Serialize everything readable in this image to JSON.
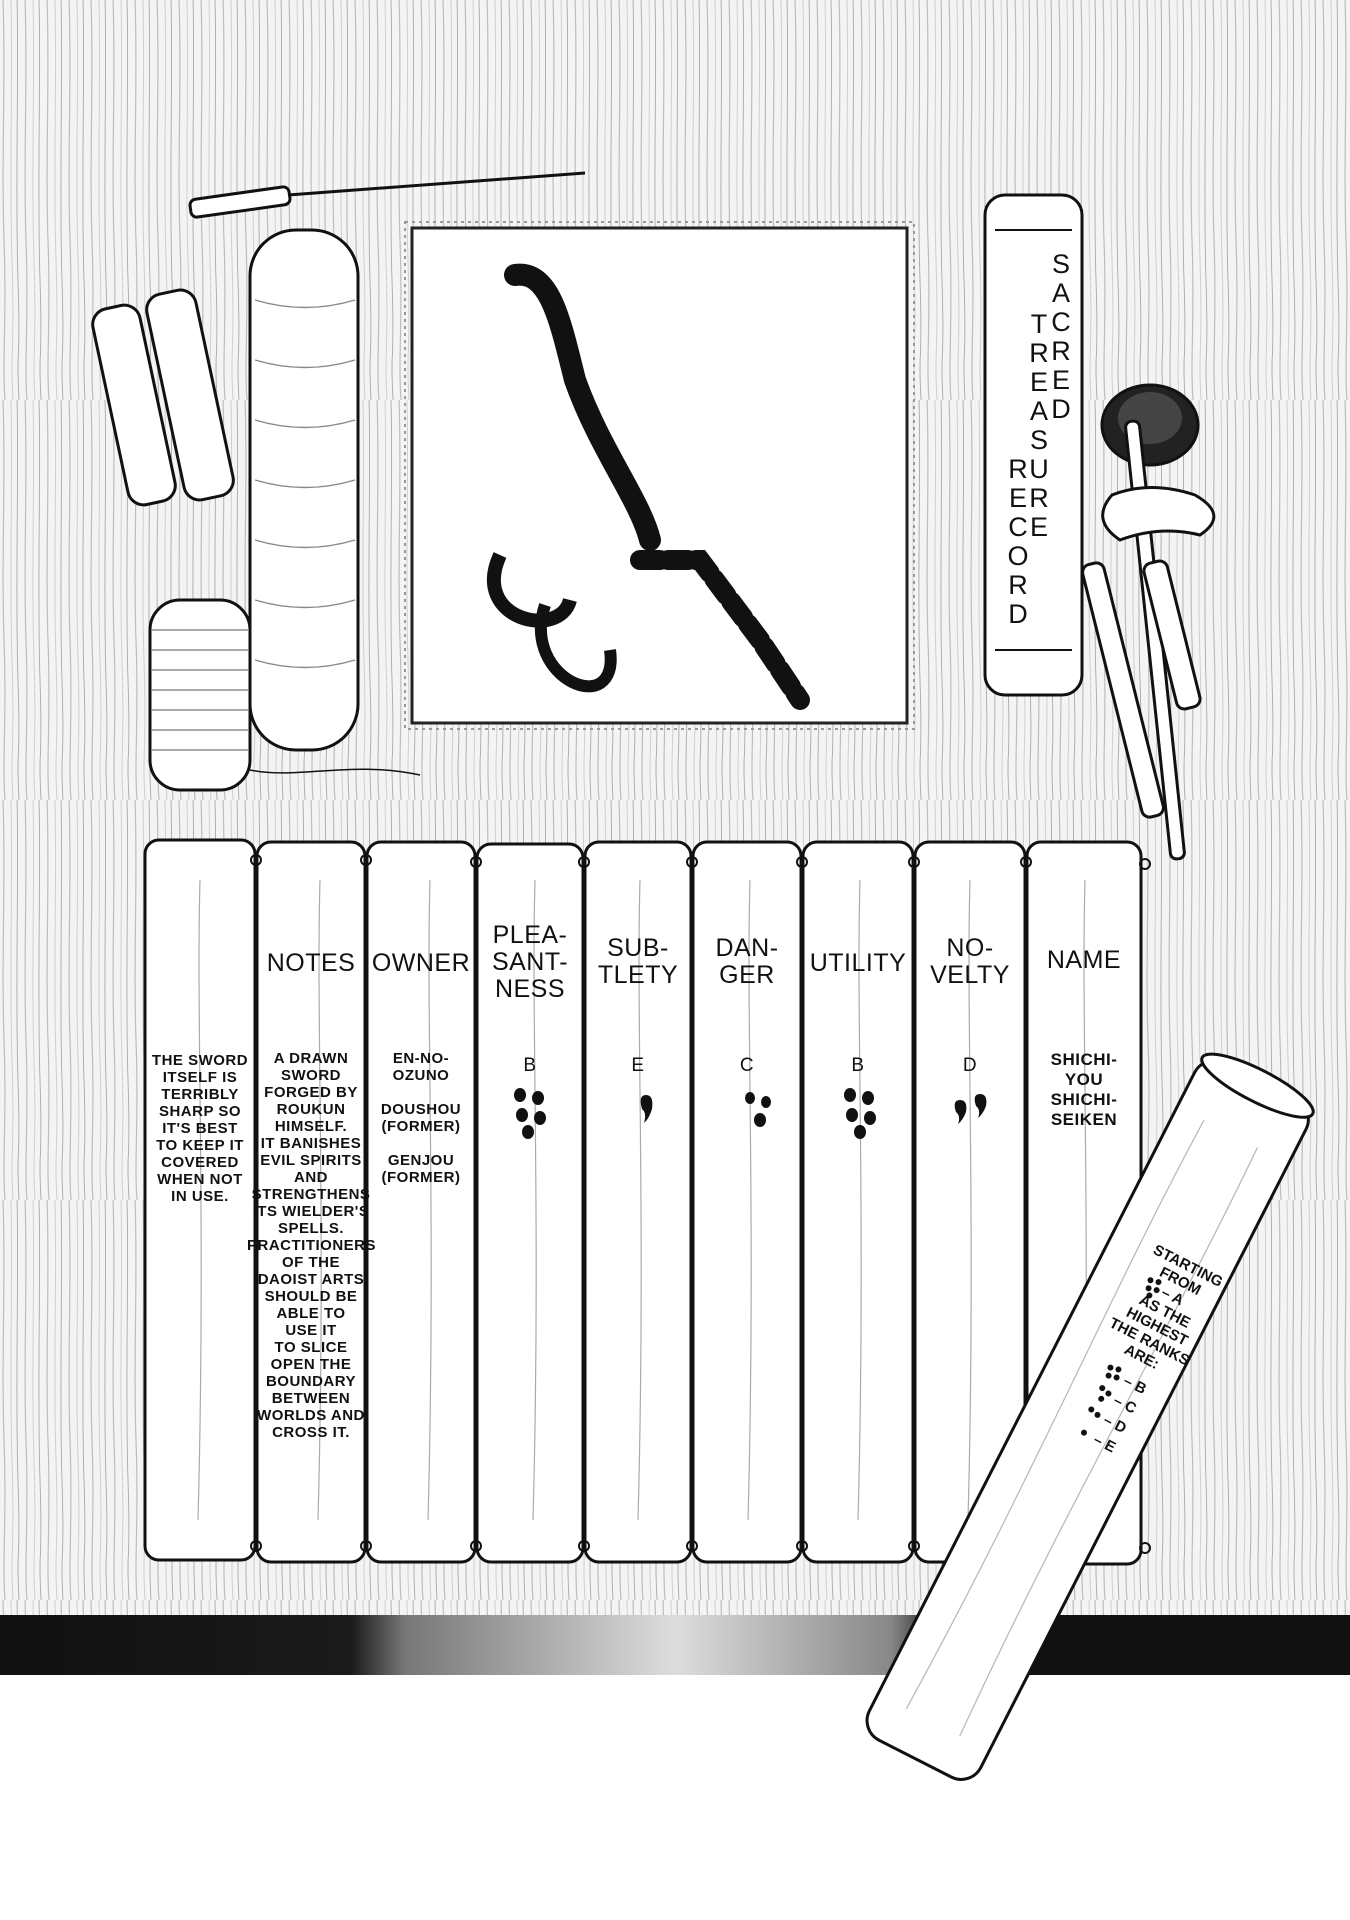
{
  "title_scroll": {
    "col1": "SACRED",
    "col2": "TREASURE",
    "col3": "RECORD"
  },
  "table": {
    "headers": {
      "notes": "NOTES",
      "owner": "OWNER",
      "pleasantness": "PLEA-\nSANT-\nNESS",
      "subtlety": "SUB-\nTLETY",
      "danger": "DAN-\nGER",
      "utility": "UTILITY",
      "novelty": "NO-\nVELTY",
      "name": "NAME"
    },
    "values": {
      "warning": "THE SWORD\nITSELF IS\nTERRIBLY\nSHARP SO\nIT'S BEST\nTO KEEP IT\nCOVERED\nWHEN NOT\nIN USE.",
      "notes": "A DRAWN\nSWORD\nFORGED BY\nROUKUN\nHIMSELF.\nIT BANISHES\nEVIL SPIRITS\nAND\nSTRENGTHENS\nITS WIELDER'S\nSPELLS.\nPRACTITIONERS\nOF THE\nDAOIST ARTS\nSHOULD BE\nABLE TO\nUSE IT\nTO SLICE\nOPEN THE\nBOUNDARY\nBETWEEN\nWORLDS AND\nCROSS IT.",
      "owner": "EN-NO-\nOZUNO\n\nDOUSHOU\n(FORMER)\n\nGENJOU\n(FORMER)",
      "pleasantness": "B",
      "subtlety": "E",
      "danger": "C",
      "utility": "B",
      "novelty": "D",
      "name": "SHICHI-\nYOU\nSHICHI-\nSEIKEN"
    }
  },
  "rank_key": {
    "intro": "STARTING\nFROM\n   – A\nAS THE\nHIGHEST\nTHE RANKS\nARE:",
    "b": "– B",
    "c": "– C",
    "d": "– D",
    "e": "– E"
  }
}
